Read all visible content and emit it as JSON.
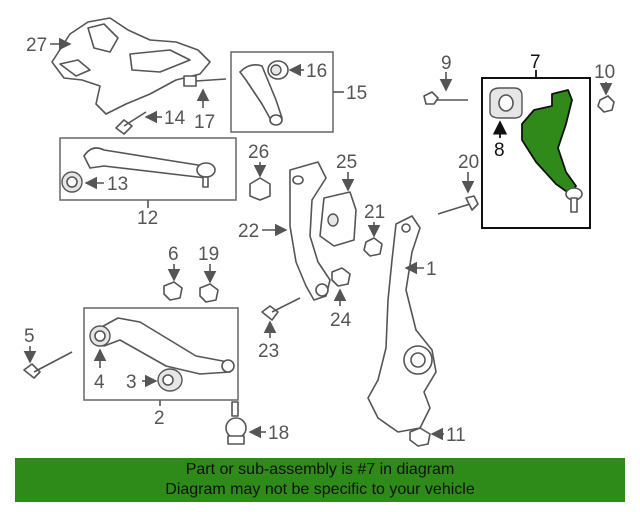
{
  "callouts": {
    "c1": "1",
    "c2": "2",
    "c3": "3",
    "c4": "4",
    "c5": "5",
    "c6": "6",
    "c7": "7",
    "c8": "8",
    "c9": "9",
    "c10": "10",
    "c11": "11",
    "c12": "12",
    "c13": "13",
    "c14": "14",
    "c15": "15",
    "c16": "16",
    "c17": "17",
    "c18": "18",
    "c19": "19",
    "c20": "20",
    "c21": "21",
    "c22": "22",
    "c23": "23",
    "c24": "24",
    "c25": "25",
    "c26": "26",
    "c27": "27"
  },
  "highlight_color": "#2e8b1a",
  "banner": {
    "line1": "Part or sub-assembly is #7 in diagram",
    "line2": "Diagram may not be specific to your vehicle"
  }
}
